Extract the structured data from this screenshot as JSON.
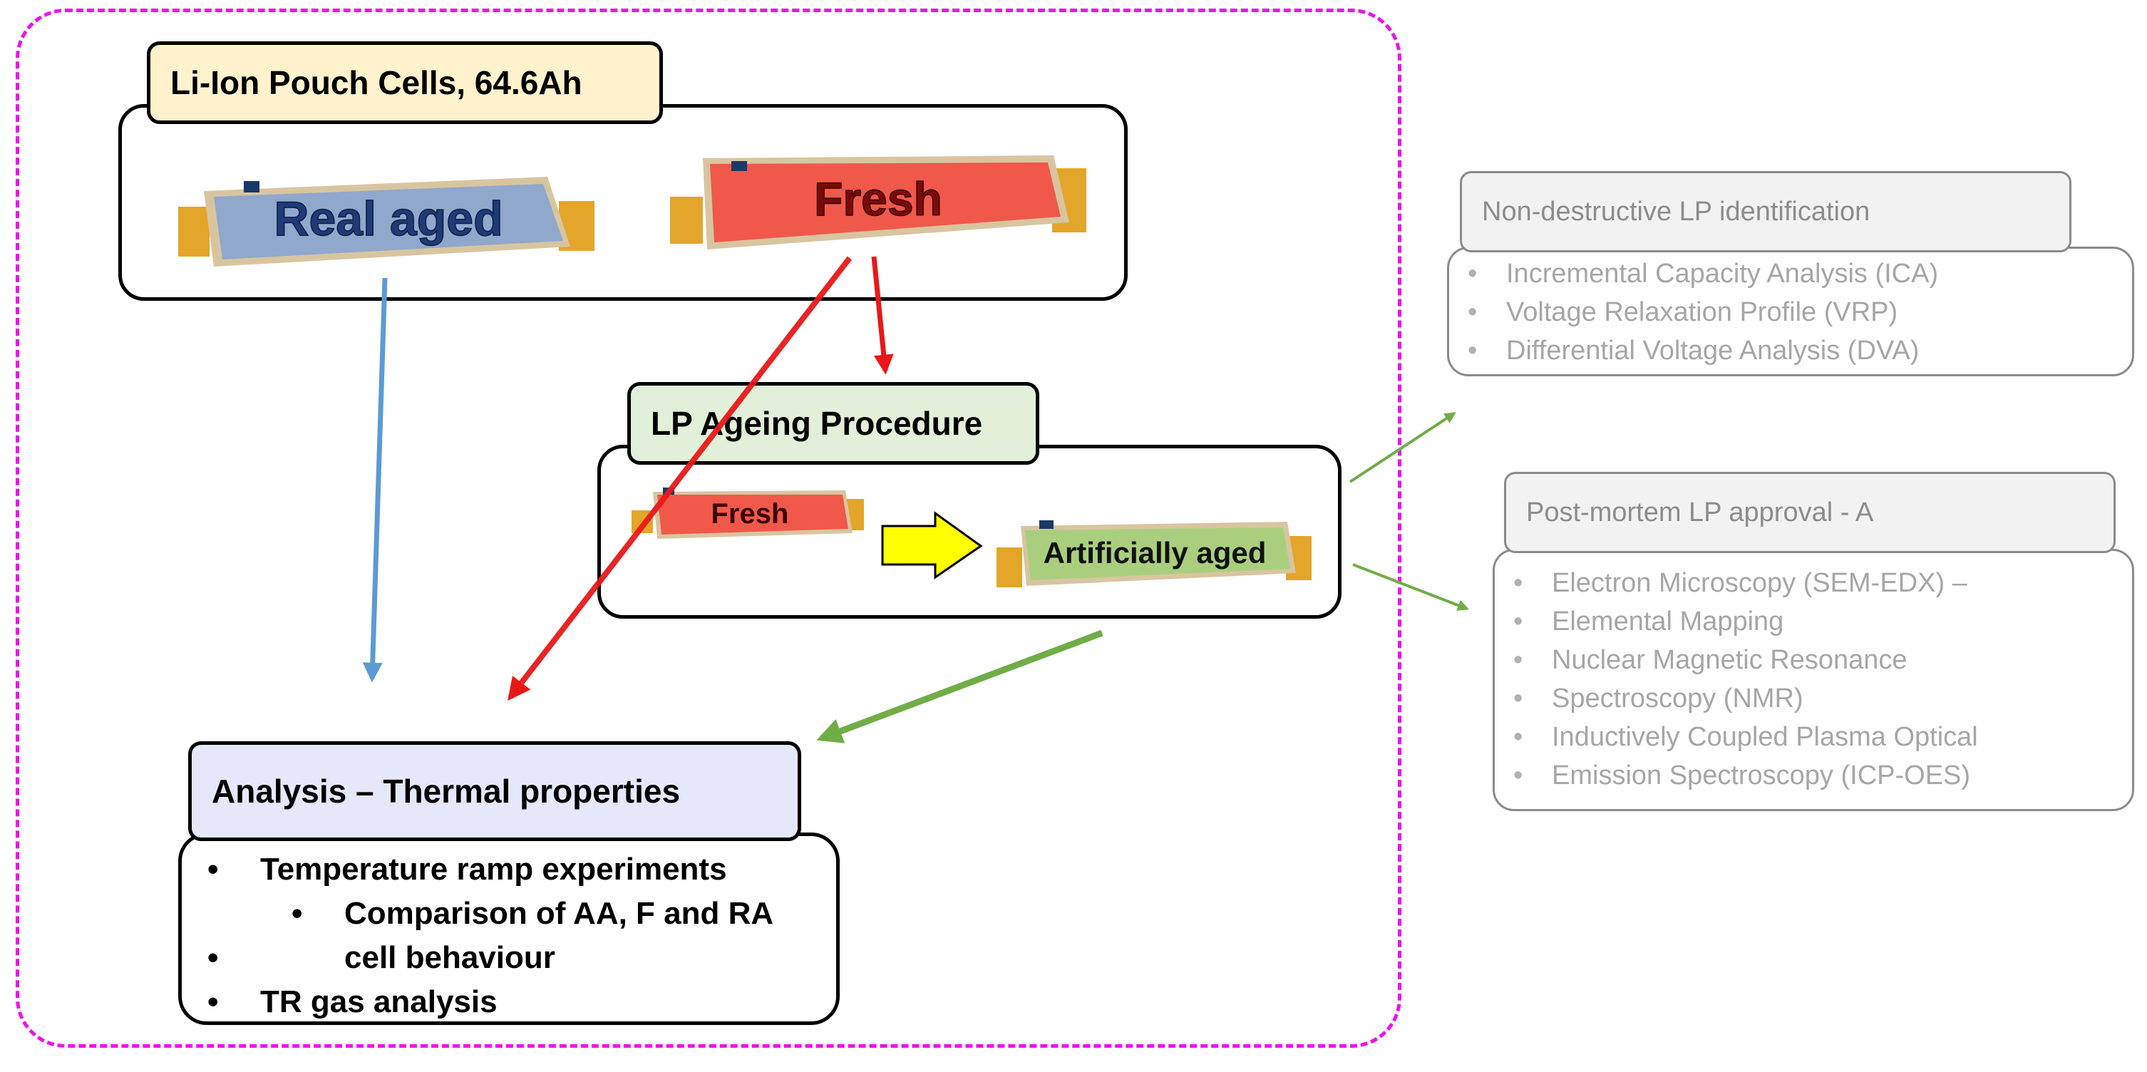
{
  "source_box": {
    "title": "Li-Ion Pouch Cells, 64.6Ah",
    "cells": [
      "Real aged",
      "Fresh"
    ]
  },
  "ageing_box": {
    "title": "LP Ageing Procedure",
    "cells": [
      "Fresh",
      "Artificially aged"
    ]
  },
  "analysis_box": {
    "title": "Analysis – Thermal properties",
    "items": [
      "Temperature ramp experiments",
      "Comparison of AA, F and RA",
      "cell behaviour",
      "TR gas analysis"
    ]
  },
  "nondestructive": {
    "title": "Non-destructive LP identification",
    "items": [
      "Incremental Capacity Analysis (ICA)",
      "Voltage Relaxation Profile (VRP)",
      "Differential Voltage Analysis (DVA)"
    ]
  },
  "postmortem": {
    "title": "Post-mortem LP approval - A",
    "items": [
      "Electron Microscopy (SEM-EDX) –",
      "Elemental Mapping",
      "Nuclear Magnetic Resonance",
      "Spectroscopy (NMR)",
      "Inductively Coupled Plasma Optical",
      "Emission Spectroscopy (ICP-OES)"
    ]
  },
  "colors": {
    "boundary": "#ee11ee",
    "blue_arrow": "#5b9bd5",
    "red_arrow": "#e81818",
    "green_arrow": "#70ad47",
    "yellow_arrow": "#ffff00",
    "aged_cell": "#8fa8cc",
    "fresh_cell": "#f0584a",
    "artificial_cell": "#a9cf7e",
    "tab_gold": "#e3a52a"
  }
}
